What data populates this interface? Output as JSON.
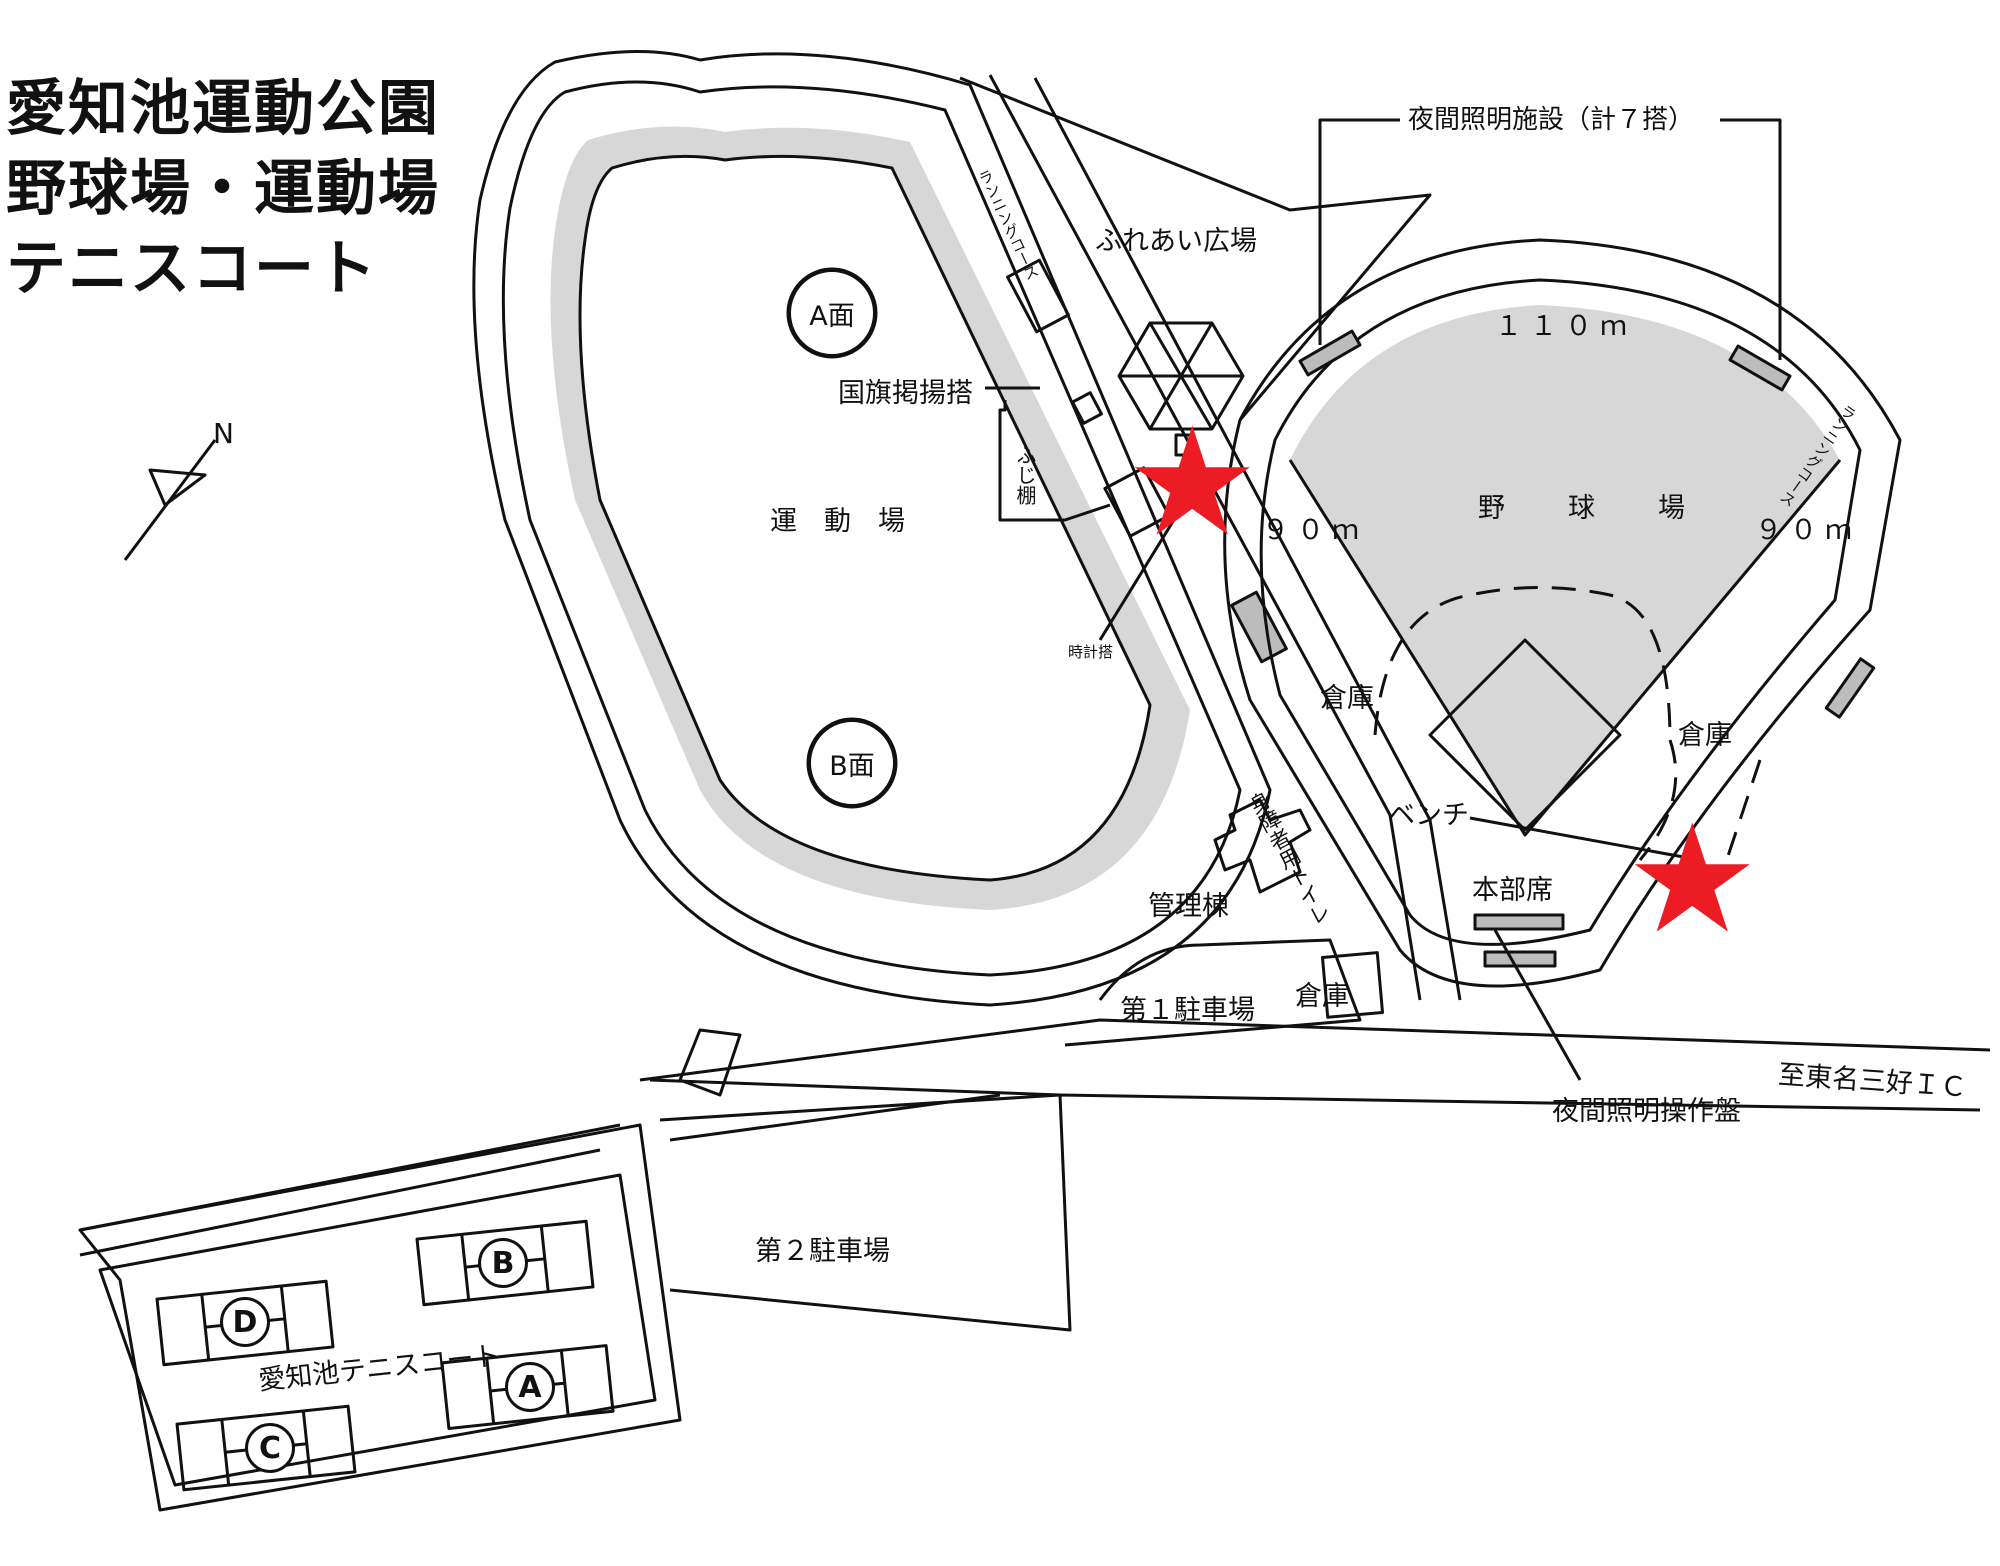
{
  "title": {
    "line1": "愛知池運動公園",
    "line2": "野球場・運動場",
    "line3": "テニスコート"
  },
  "compass": {
    "north": "N"
  },
  "athletic_field": {
    "name": "運　動　場",
    "area_a": "A面",
    "area_b": "B面"
  },
  "features": {
    "flag_tower": "国旗掲揚搭",
    "fuji_trellis": "ふじ棚",
    "clock_tower": "時計搭",
    "running_course": "ランニングコース",
    "plaza": "ふれあい広場",
    "night_lights": "夜間照明施設（計７搭）",
    "management": "管理棟",
    "toilet": "身障者用トイレ",
    "parking1": "第１駐車場",
    "parking2": "第２駐車場",
    "warehouse": "倉庫",
    "bench": "ベンチ",
    "hq_seat": "本部席",
    "light_panel": "夜間照明操作盤",
    "to_ic": "至東名三好ＩＣ"
  },
  "baseball": {
    "name": "野　球　場",
    "center": "１１０ｍ",
    "left": "９０ｍ",
    "right": "９０ｍ"
  },
  "tennis": {
    "name": "愛知池テニスコート",
    "courts": [
      "A",
      "B",
      "C",
      "D"
    ]
  },
  "markers": {
    "star_color": "#ec1c24"
  }
}
